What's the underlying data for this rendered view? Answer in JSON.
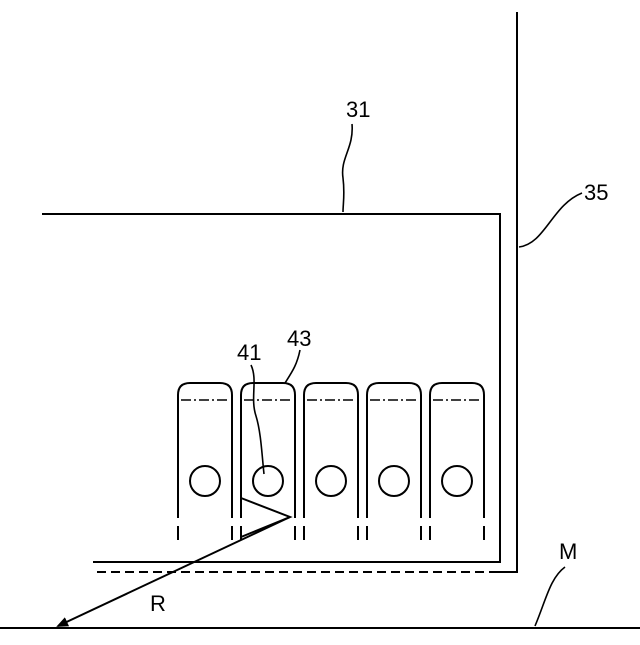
{
  "labels": {
    "housing": "31",
    "wall": "35",
    "hole": "41",
    "module": "43",
    "ray": "R",
    "surface": "M"
  },
  "module_count": 5
}
